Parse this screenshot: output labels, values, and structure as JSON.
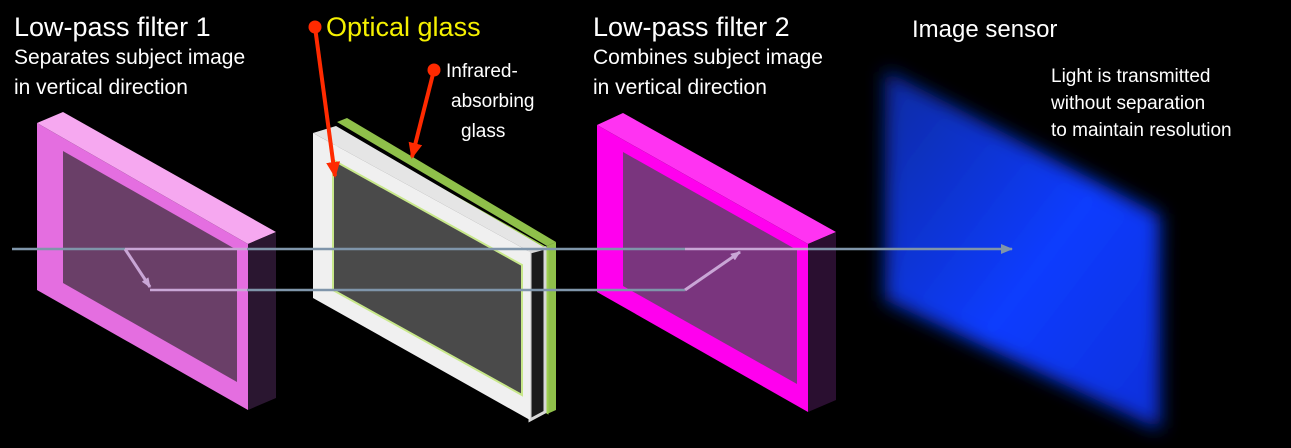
{
  "filter1": {
    "title": "Low-pass filter 1",
    "desc_line1": "Separates subject image",
    "desc_line2": "in vertical direction",
    "color": "#ff88f0"
  },
  "optical_glass": {
    "label": "Optical glass",
    "label_color": "#f5f000",
    "pointer_color": "#ff2a00"
  },
  "infrared_glass": {
    "line1": "Infrared-",
    "line2": "absorbing",
    "line3": "glass",
    "color": "#8fc04a"
  },
  "filter2": {
    "title": "Low-pass filter 2",
    "desc_line1": "Combines subject image",
    "desc_line2": "in vertical direction",
    "color": "#ff00f0"
  },
  "sensor": {
    "title": "Image sensor",
    "desc_line1": "Light is transmitted",
    "desc_line2": "without separation",
    "desc_line3": "to maintain resolution",
    "color": "#0a3cff"
  }
}
